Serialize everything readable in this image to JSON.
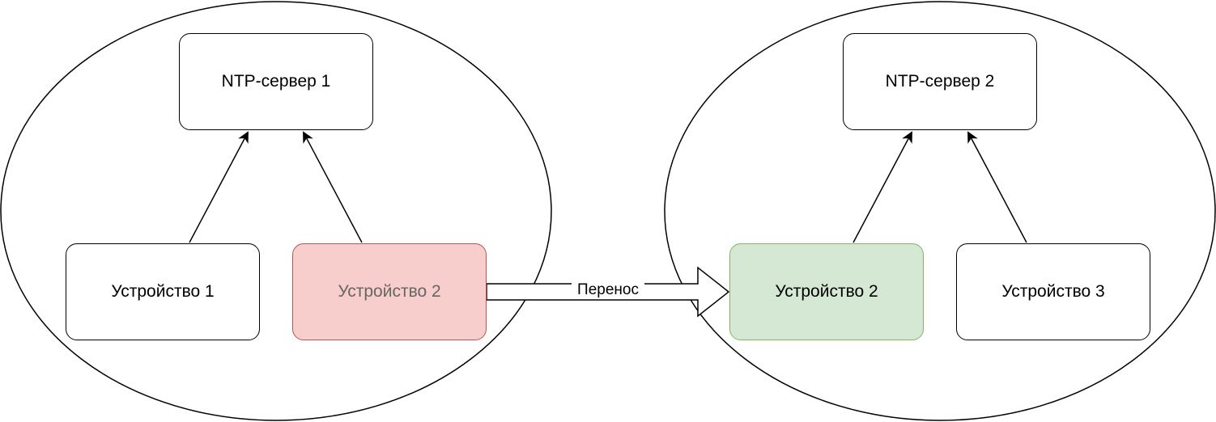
{
  "colors": {
    "stroke": "#000000",
    "old_device_fill": "#f8cecc",
    "old_device_stroke": "#b85450",
    "old_device_text": "#666666",
    "new_device_fill": "#d5e8d4",
    "new_device_stroke": "#82b366"
  },
  "network_1": {
    "server": {
      "label": "NTP-сервер 1"
    },
    "devices": [
      {
        "label": "Устройство 1"
      },
      {
        "label": "Устройство 2"
      }
    ]
  },
  "network_2": {
    "server": {
      "label": "NTP-сервер 2"
    },
    "devices": [
      {
        "label": "Устройство 2"
      },
      {
        "label": "Устройство 3"
      }
    ]
  },
  "transfer": {
    "label": "Перенос"
  }
}
